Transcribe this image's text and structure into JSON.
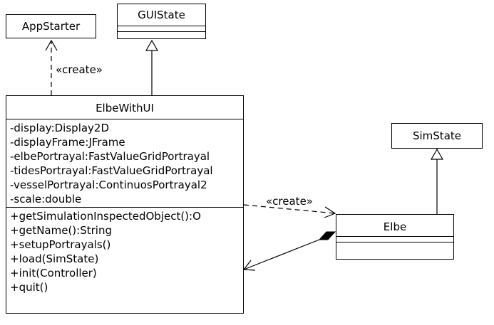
{
  "classes": {
    "appstarter": {
      "name": "AppStarter"
    },
    "guistate": {
      "name": "GUIState"
    },
    "simstate": {
      "name": "SimState"
    },
    "elbe": {
      "name": "Elbe"
    },
    "elbewithui": {
      "name": "ElbeWithUI",
      "attributes": [
        "-display:Display2D",
        "-displayFrame:JFrame",
        "-elbePortrayal:FastValueGridPortrayal",
        "-tidesPortrayal:FastValueGridPortrayal",
        "-vesselPortrayal:ContinuosPortrayal2",
        "-scale:double"
      ],
      "operations": [
        "+getSimulationInspectedObject():O",
        "+getName():String",
        "+setupPortrayals()",
        "+load(SimState)",
        "+init(Controller)",
        "+quit()"
      ]
    }
  },
  "relations": {
    "create_appstarter": "«create»",
    "create_elbe": "«create»"
  }
}
